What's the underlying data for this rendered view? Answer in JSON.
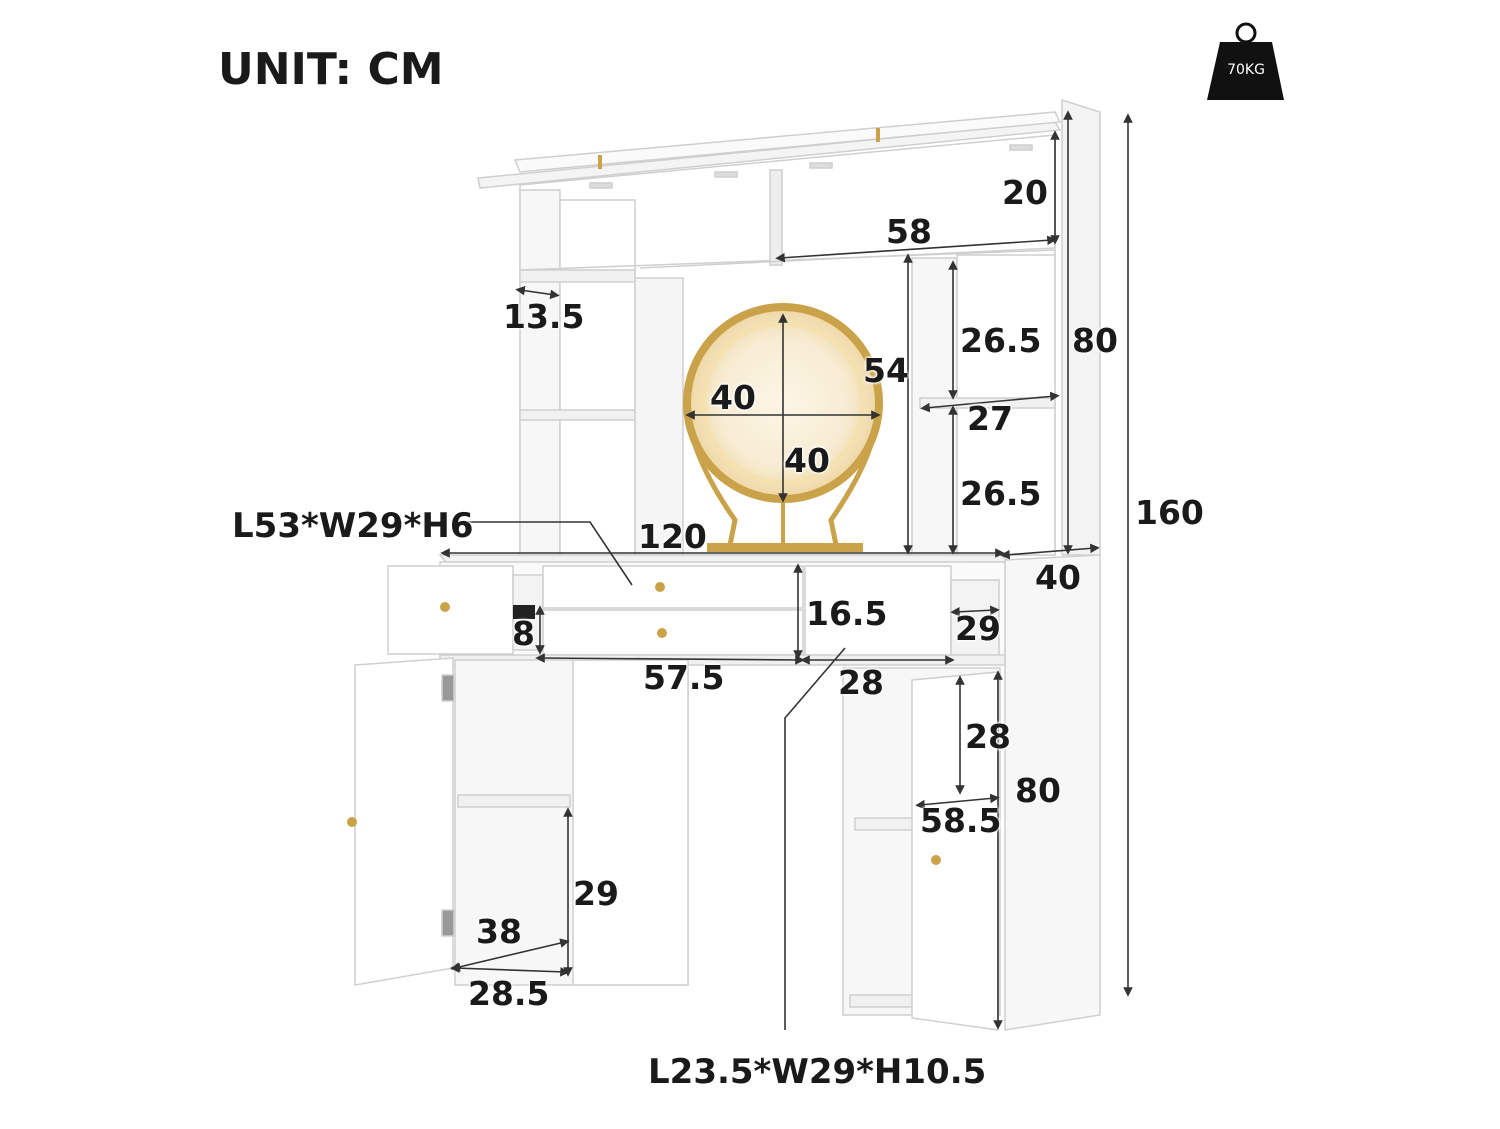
{
  "header": {
    "unit_label": "UNIT: CM"
  },
  "weight_badge": {
    "text": "70KG",
    "icon": "weight-icon"
  },
  "dimensions": {
    "shelf_top_height": "20",
    "shelf_top_width": "58",
    "side_shelf_depth": "13.5",
    "mirror_height": "54",
    "mirror_width": "40",
    "mirror_inner_height": "40",
    "right_shelf_upper": "26.5",
    "right_shelf_width": "27",
    "right_shelf_lower": "26.5",
    "hutch_height": "80",
    "total_height": "160",
    "desk_width": "120",
    "depth": "40",
    "drawer_height": "16.5",
    "small_drawer_height": "8",
    "drawer_depth": "29",
    "drawer_width": "57.5",
    "side_drawer_width": "28",
    "cabinet_right_inner_height": "28",
    "desk_height": "80",
    "cabinet_right_width": "58.5",
    "cabinet_left_height": "29",
    "cabinet_left_width": "38",
    "cabinet_left_depth": "28.5"
  },
  "callouts": {
    "top_drawer": "L53*W29*H6",
    "side_drawer": "L23.5*W29*H10.5"
  },
  "colors": {
    "furniture": "#ffffff",
    "outline": "#c8c8c8",
    "gold": "#c9a24a",
    "text": "#1a1a1a"
  }
}
